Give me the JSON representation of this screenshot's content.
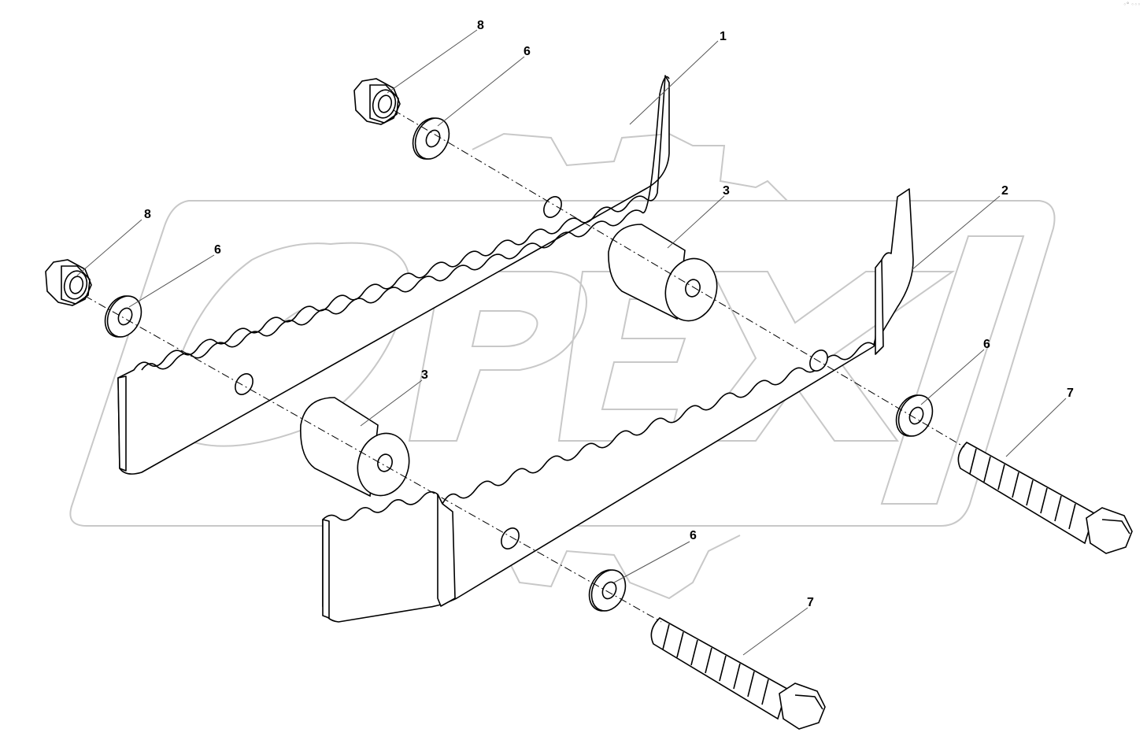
{
  "watermark": {
    "text": "OPEX",
    "color": "#c8c8c8"
  },
  "colors": {
    "line": "#000000",
    "leader": "#555555"
  },
  "callouts": {
    "c1": "1",
    "c2": "2",
    "c3a": "3",
    "c3b": "3",
    "c6a": "6",
    "c6b": "6",
    "c6c": "6",
    "c6d": "6",
    "c7a": "7",
    "c7b": "7",
    "c8a": "8",
    "c8b": "8"
  }
}
